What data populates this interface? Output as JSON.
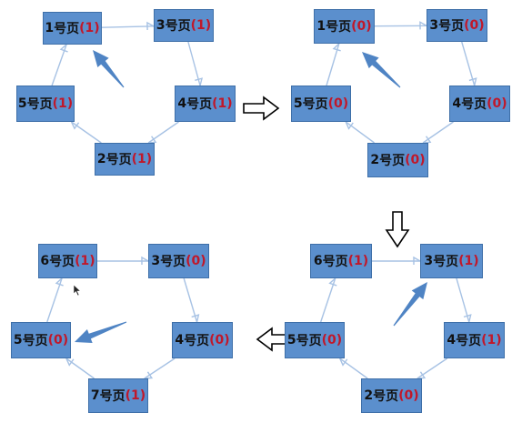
{
  "colors": {
    "node_fill": "#5b8fcd",
    "node_border": "#3e6fa8",
    "edge": "#a7c2e4",
    "pointer": "#4f84c4",
    "bit_text": "#c0182a",
    "transition_arrow": "#000000"
  },
  "page_suffix": "号页",
  "panels": [
    {
      "id": "top-left",
      "nodes": [
        {
          "id": "n1",
          "page": "1",
          "bit": "(1)"
        },
        {
          "id": "n3",
          "page": "3",
          "bit": "(1)"
        },
        {
          "id": "n4",
          "page": "4",
          "bit": "(1)"
        },
        {
          "id": "n2",
          "page": "2",
          "bit": "(1)"
        },
        {
          "id": "n5",
          "page": "5",
          "bit": "(1)"
        }
      ],
      "edges": [
        [
          "n1",
          "n3"
        ],
        [
          "n3",
          "n4"
        ],
        [
          "n4",
          "n2"
        ],
        [
          "n2",
          "n5"
        ],
        [
          "n5",
          "n1"
        ]
      ],
      "pointer_target": "n1"
    },
    {
      "id": "top-right",
      "nodes": [
        {
          "id": "n1",
          "page": "1",
          "bit": "(0)"
        },
        {
          "id": "n3",
          "page": "3",
          "bit": "(0)"
        },
        {
          "id": "n4",
          "page": "4",
          "bit": "(0)"
        },
        {
          "id": "n2",
          "page": "2",
          "bit": "(0)"
        },
        {
          "id": "n5",
          "page": "5",
          "bit": "(0)"
        }
      ],
      "edges": [
        [
          "n1",
          "n3"
        ],
        [
          "n3",
          "n4"
        ],
        [
          "n4",
          "n2"
        ],
        [
          "n2",
          "n5"
        ],
        [
          "n5",
          "n1"
        ]
      ],
      "pointer_target": "n1"
    },
    {
      "id": "bottom-right",
      "nodes": [
        {
          "id": "n6",
          "page": "6",
          "bit": "(1)"
        },
        {
          "id": "n3",
          "page": "3",
          "bit": "(1)"
        },
        {
          "id": "n4",
          "page": "4",
          "bit": "(1)"
        },
        {
          "id": "n2",
          "page": "2",
          "bit": "(0)"
        },
        {
          "id": "n5",
          "page": "5",
          "bit": "(0)"
        }
      ],
      "edges": [
        [
          "n6",
          "n3"
        ],
        [
          "n3",
          "n4"
        ],
        [
          "n4",
          "n2"
        ],
        [
          "n2",
          "n5"
        ],
        [
          "n5",
          "n6"
        ]
      ],
      "pointer_target": "n3"
    },
    {
      "id": "bottom-left",
      "nodes": [
        {
          "id": "n6",
          "page": "6",
          "bit": "(1)"
        },
        {
          "id": "n3",
          "page": "3",
          "bit": "(0)"
        },
        {
          "id": "n4",
          "page": "4",
          "bit": "(0)"
        },
        {
          "id": "n7",
          "page": "7",
          "bit": "(1)"
        },
        {
          "id": "n5",
          "page": "5",
          "bit": "(0)"
        }
      ],
      "edges": [
        [
          "n6",
          "n3"
        ],
        [
          "n3",
          "n4"
        ],
        [
          "n4",
          "n7"
        ],
        [
          "n7",
          "n5"
        ],
        [
          "n5",
          "n6"
        ]
      ],
      "pointer_target": "n5"
    }
  ],
  "transitions": [
    {
      "id": "t1",
      "direction": "right"
    },
    {
      "id": "t2",
      "direction": "down"
    },
    {
      "id": "t3",
      "direction": "left"
    }
  ],
  "cursor_icon": "mouse-pointer-icon"
}
